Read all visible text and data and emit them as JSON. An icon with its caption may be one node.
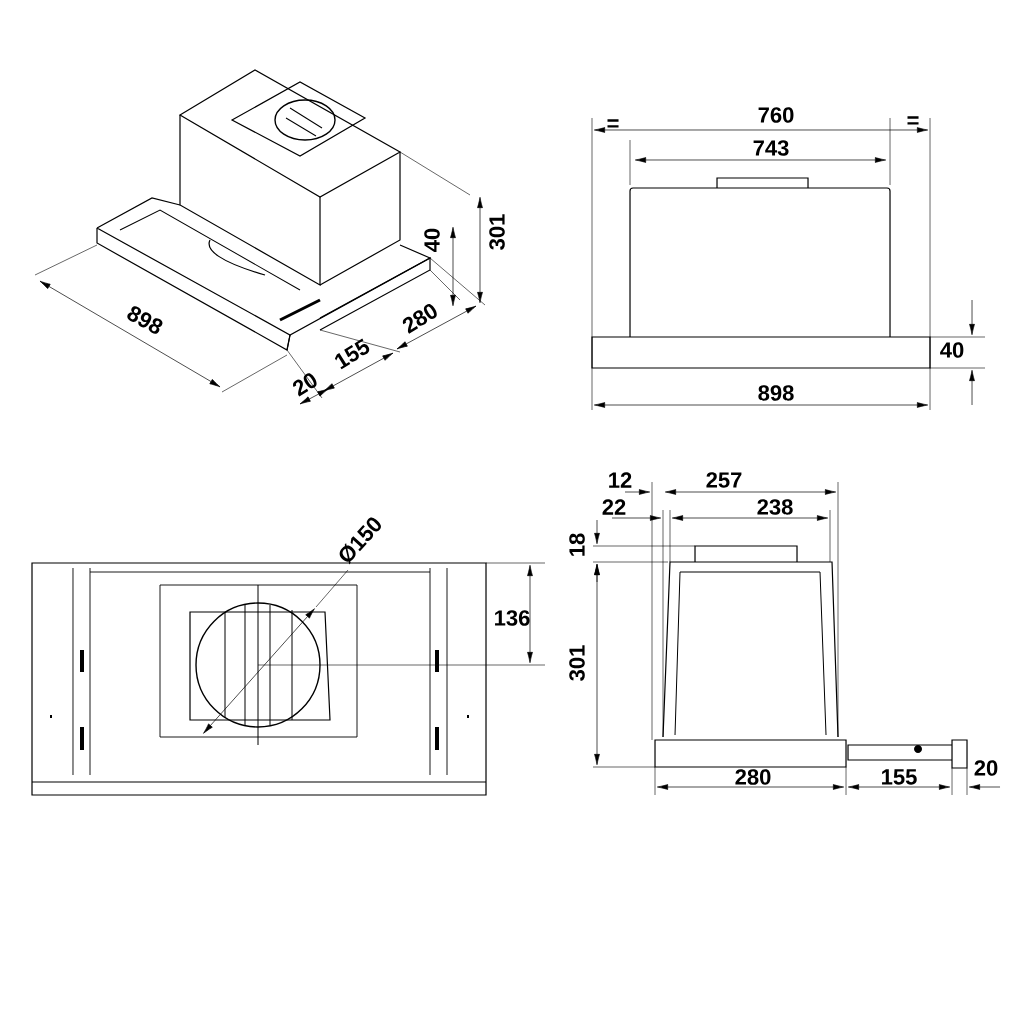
{
  "diagram": {
    "labels": [
      "40",
      "301",
      "898",
      "280",
      "155",
      "20",
      "=",
      "760",
      "=",
      "743",
      "40",
      "898",
      "Ø150",
      "136",
      "12",
      "257",
      "22",
      "238",
      "18",
      "301",
      "280",
      "155",
      "20"
    ]
  }
}
